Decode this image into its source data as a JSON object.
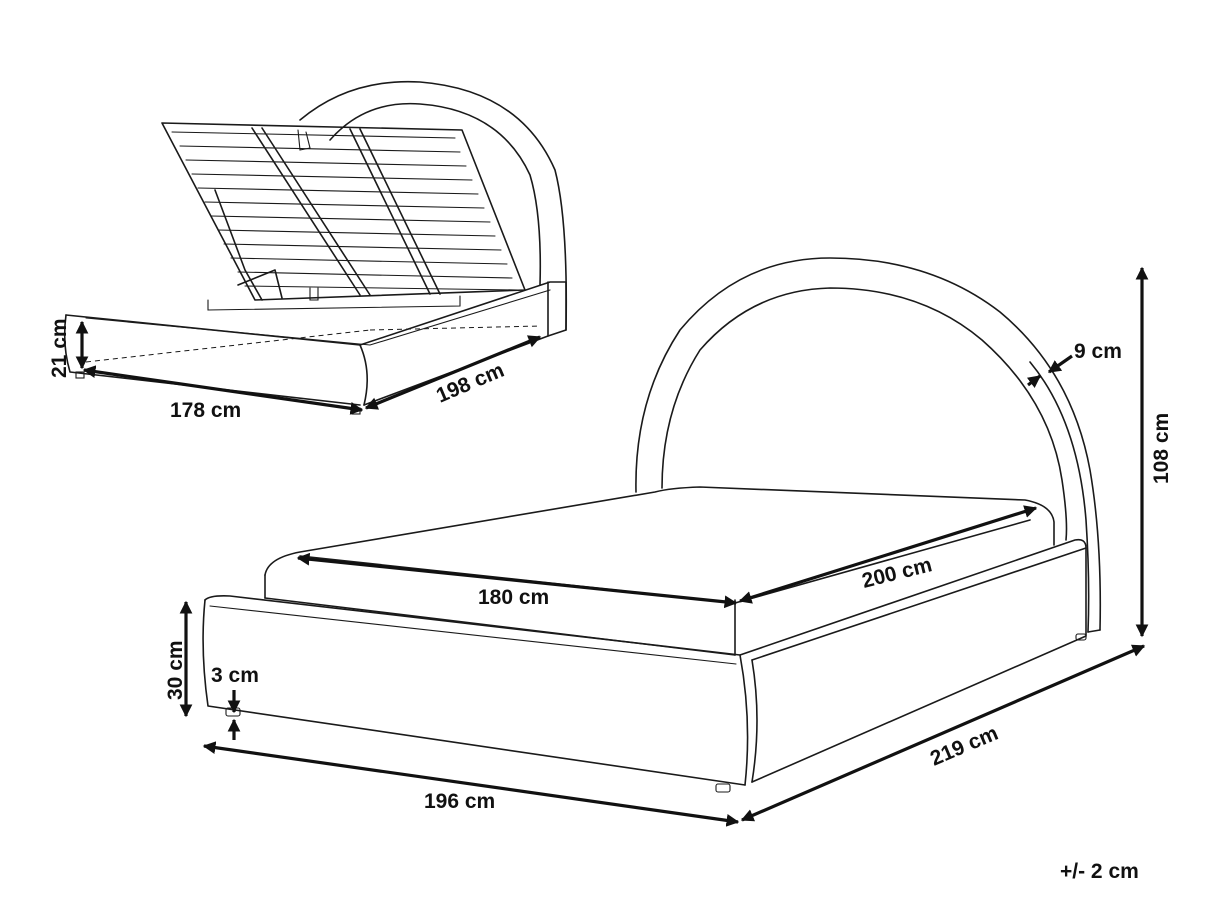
{
  "colors": {
    "stroke": "#1a1a1a",
    "dimension": "#111111",
    "background": "#ffffff"
  },
  "storage_view": {
    "height": "21 cm",
    "width": "178 cm",
    "length": "198 cm"
  },
  "main_view": {
    "headboard_thickness": "9 cm",
    "total_height": "108 cm",
    "mattress_width": "180 cm",
    "mattress_length": "200 cm",
    "frame_height": "30 cm",
    "leg_height": "3 cm",
    "total_width": "196 cm",
    "total_length": "219 cm"
  },
  "tolerance": "+/- 2 cm"
}
